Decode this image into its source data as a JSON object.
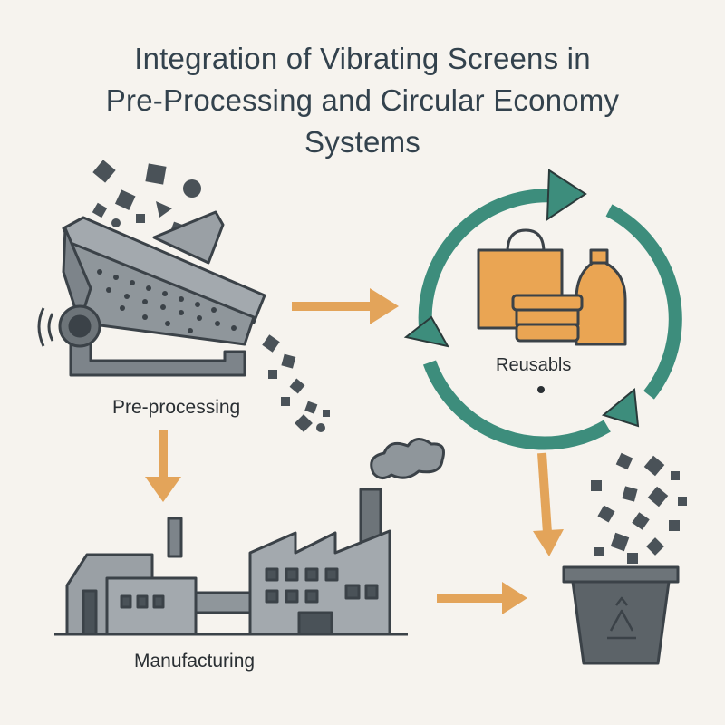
{
  "title": {
    "line1": "Integration of Vibrating Screens in",
    "line2": "Pre-Processing and Circular Economy",
    "line3": "Systems"
  },
  "labels": {
    "preprocessing": "Pre-processing",
    "reusables": "Reusabls",
    "manufacturing": "Manufacturing"
  },
  "colors": {
    "background": "#f6f3ee",
    "outline": "#3b4248",
    "machine_gray": "#8f969b",
    "cycle_green": "#3d8d7c",
    "arrow_orange": "#e3a45a",
    "item_orange": "#eaa553"
  },
  "icons": [
    "vibrating-screen-icon",
    "circular-economy-cycle-icon",
    "factory-icon",
    "recycling-bin-icon",
    "smoke-icon"
  ]
}
